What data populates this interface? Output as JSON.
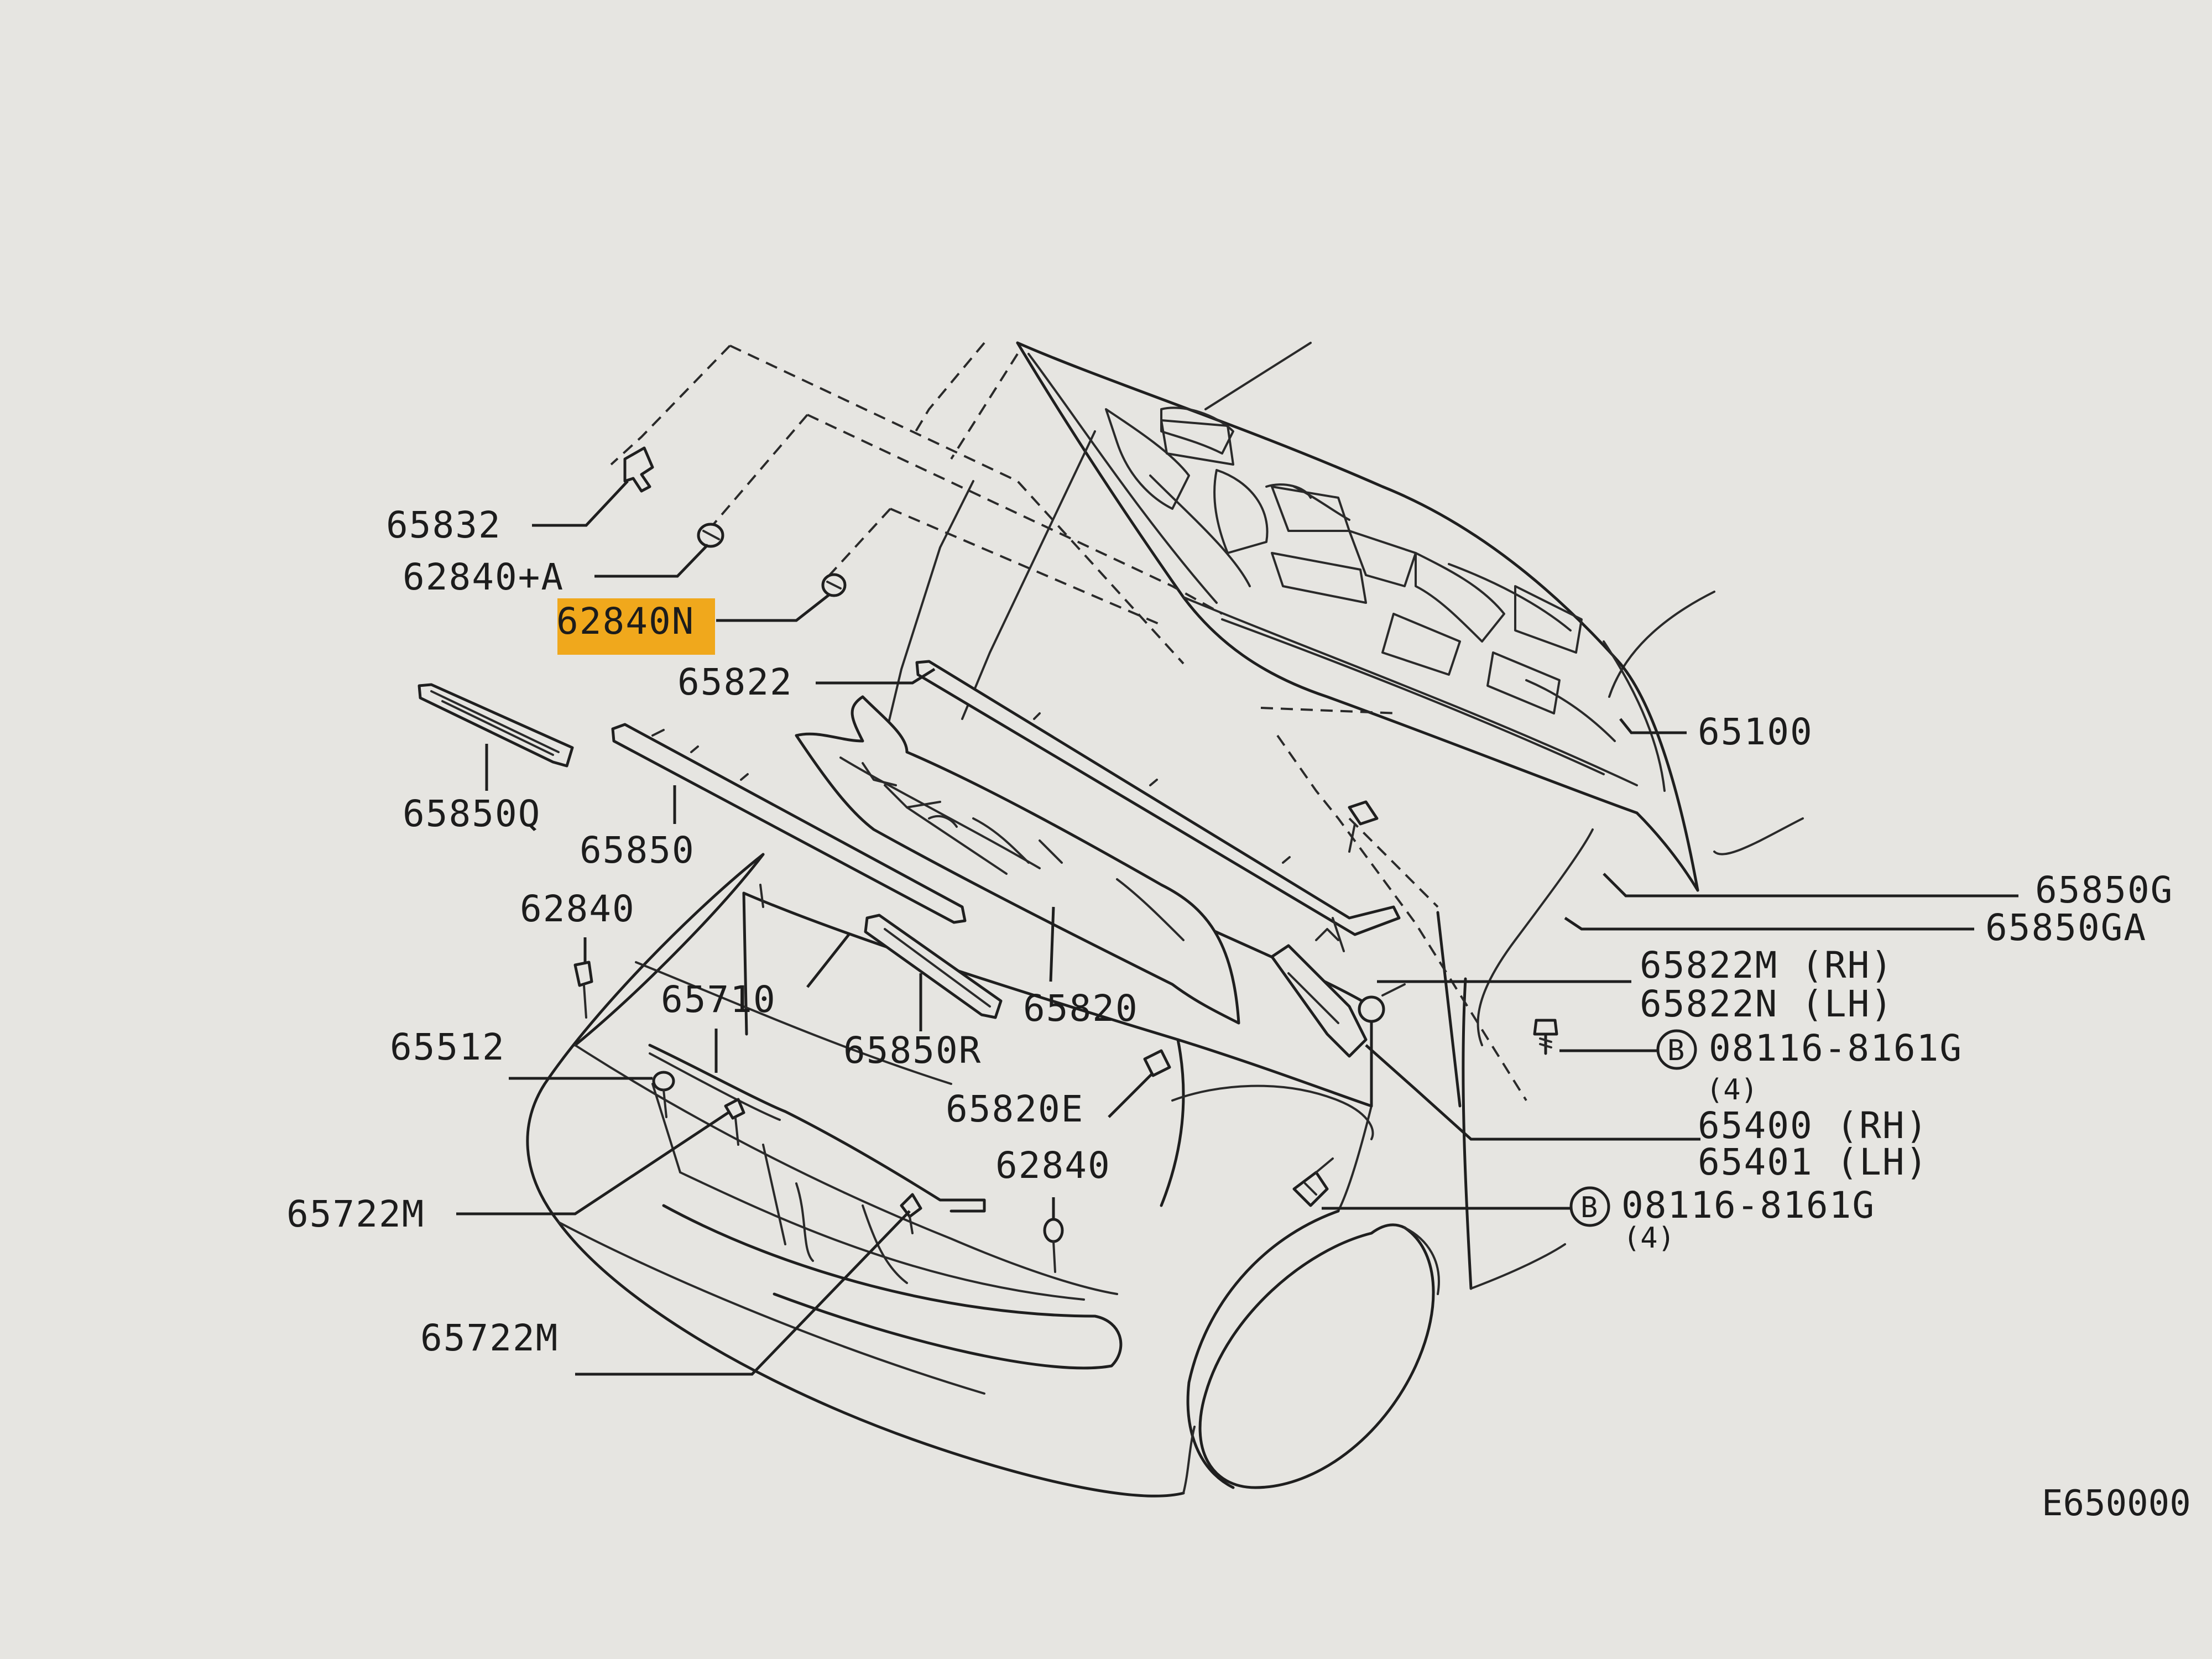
{
  "labels": {
    "p65832": "65832",
    "p62840a": "62840+A",
    "p62840n": "62840N",
    "p65822": "65822",
    "p65100": "65100",
    "p65850q": "65850Q",
    "p65850": "65850",
    "p62840_left": "62840",
    "p65710": "65710",
    "p65820": "65820",
    "p65850r": "65850R",
    "p65512": "65512",
    "p65850g": "65850G",
    "p65850ga": "65850GA",
    "p65822m": "65822M (RH)",
    "p65822n": "65822N (LH)",
    "bolt1": "08116-8161G",
    "bolt1_qty": "(4)",
    "p65820e": "65820E",
    "p62840_mid": "62840",
    "p65400": "65400 (RH)",
    "p65401": "65401 (LH)",
    "p65722m_1": "65722M",
    "bolt2": "08116-8161G",
    "bolt2_qty": "(4)",
    "p65722m_2": "65722M",
    "bolt_marker": "B"
  },
  "diagram_code": "E650000",
  "colors": {
    "paper": "#e6e5e1",
    "ink": "#1f1f1f",
    "highlight": "#f0a81c"
  },
  "highlighted_part": "62840N"
}
